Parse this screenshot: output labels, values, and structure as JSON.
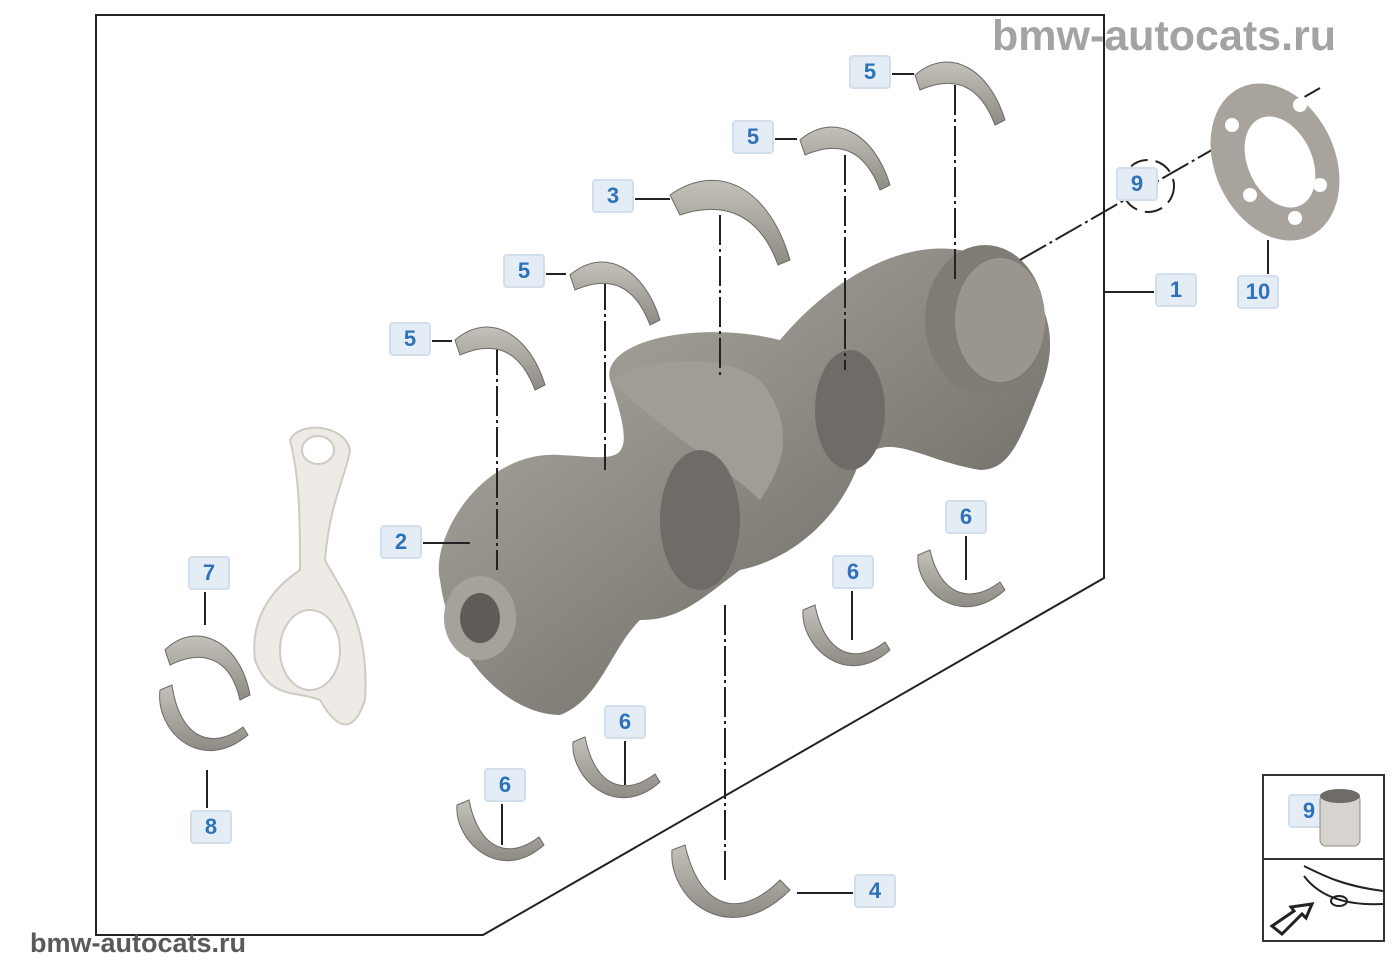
{
  "watermark_top": "bmw-autocats.ru",
  "watermark_bottom": "bmw-autocats.ru",
  "callouts": [
    {
      "label": "5"
    },
    {
      "label": "5"
    },
    {
      "label": "3"
    },
    {
      "label": "5"
    },
    {
      "label": "5"
    },
    {
      "label": "2"
    },
    {
      "label": "7"
    },
    {
      "label": "8"
    },
    {
      "label": "6"
    },
    {
      "label": "6"
    },
    {
      "label": "6"
    },
    {
      "label": "6"
    },
    {
      "label": "4"
    },
    {
      "label": "1"
    },
    {
      "label": "10"
    },
    {
      "label": "9"
    }
  ],
  "inset": {
    "label": "9"
  },
  "colors": {
    "callout_text": "#2e72b9",
    "callout_bg": "#e4ecf6",
    "part": "#8d8983"
  }
}
